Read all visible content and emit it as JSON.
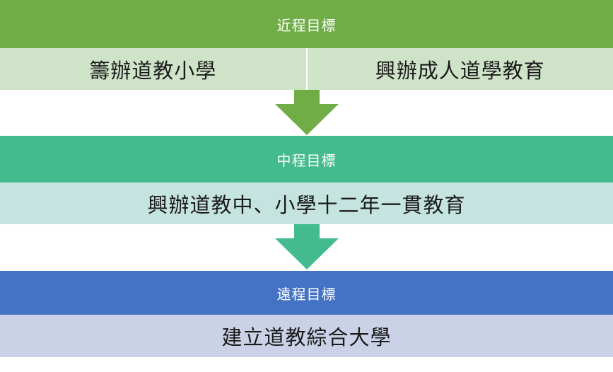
{
  "colors": {
    "near_header": "#70ad47",
    "near_item": "#cfe3c8",
    "mid_header": "#43bb8e",
    "mid_item": "#c5e4df",
    "far_header": "#4472c4",
    "far_item": "#cbd2e7"
  },
  "sections": [
    {
      "title": "近程目標",
      "items": [
        "籌辦道教小學",
        "興辦成人道學教育"
      ]
    },
    {
      "title": "中程目標",
      "items": [
        "興辦道教中、小學十二年一貫教育"
      ]
    },
    {
      "title": "遠程目標",
      "items": [
        "建立道教綜合大學"
      ]
    }
  ],
  "arrows": [
    {
      "icon": "down-arrow-icon",
      "color": "#70ad47"
    },
    {
      "icon": "down-arrow-icon",
      "color": "#43bb8e"
    }
  ]
}
